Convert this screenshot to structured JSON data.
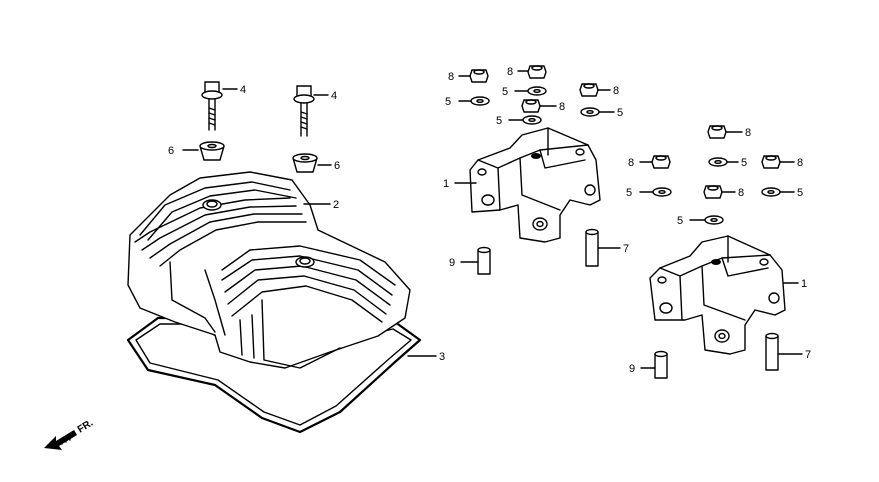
{
  "callouts": [
    {
      "id": "c1a",
      "text": "1"
    },
    {
      "id": "c1b",
      "text": "1"
    },
    {
      "id": "c2",
      "text": "2"
    },
    {
      "id": "c3",
      "text": "3"
    },
    {
      "id": "c4a",
      "text": "4"
    },
    {
      "id": "c4b",
      "text": "4"
    },
    {
      "id": "c5a",
      "text": "5"
    },
    {
      "id": "c5b",
      "text": "5"
    },
    {
      "id": "c5c",
      "text": "5"
    },
    {
      "id": "c5d",
      "text": "5"
    },
    {
      "id": "c5e",
      "text": "5"
    },
    {
      "id": "c5f",
      "text": "5"
    },
    {
      "id": "c5g",
      "text": "5"
    },
    {
      "id": "c5h",
      "text": "5"
    },
    {
      "id": "c6a",
      "text": "6"
    },
    {
      "id": "c6b",
      "text": "6"
    },
    {
      "id": "c7a",
      "text": "7"
    },
    {
      "id": "c7b",
      "text": "7"
    },
    {
      "id": "c8a",
      "text": "8"
    },
    {
      "id": "c8b",
      "text": "8"
    },
    {
      "id": "c8c",
      "text": "8"
    },
    {
      "id": "c8d",
      "text": "8"
    },
    {
      "id": "c8e",
      "text": "8"
    },
    {
      "id": "c8f",
      "text": "8"
    },
    {
      "id": "c8g",
      "text": "8"
    },
    {
      "id": "c8h",
      "text": "8"
    },
    {
      "id": "c9a",
      "text": "9"
    },
    {
      "id": "c9b",
      "text": "9"
    }
  ],
  "front_marker": {
    "text": "FR.",
    "icon": "front-arrow-icon"
  }
}
